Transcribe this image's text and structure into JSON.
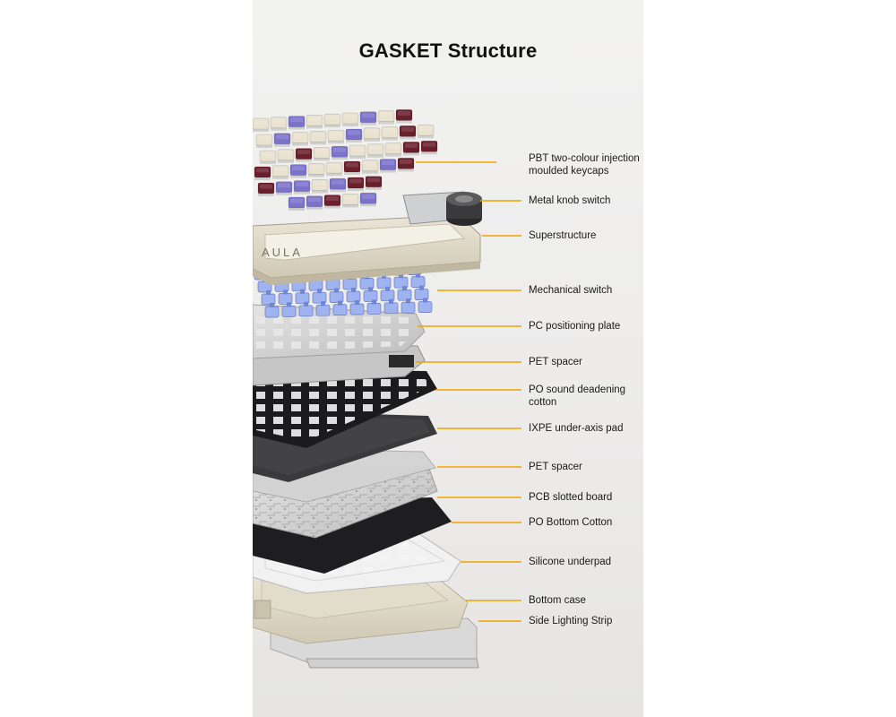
{
  "title": "GASKET Structure",
  "brand_mark": "AULA",
  "colors": {
    "leader": "#f0a400",
    "keycap_cream": "#e9e2cf",
    "keycap_purple": "#7b72c9",
    "keycap_maroon": "#6a1f2b",
    "switch_blue": "#9fb3f0",
    "plate_black": "#1d1d1f",
    "case_cream": "#ddd6c4"
  },
  "layers": [
    {
      "line1": "PBT two-colour injection",
      "line2": "moulded keycaps"
    },
    {
      "line1": "Metal knob switch",
      "line2": ""
    },
    {
      "line1": "Superstructure",
      "line2": ""
    },
    {
      "line1": "Mechanical switch",
      "line2": ""
    },
    {
      "line1": "PC positioning plate",
      "line2": ""
    },
    {
      "line1": "PET spacer",
      "line2": ""
    },
    {
      "line1": "PO sound deadening",
      "line2": "cotton"
    },
    {
      "line1": "IXPE under-axis pad",
      "line2": ""
    },
    {
      "line1": "PET spacer",
      "line2": ""
    },
    {
      "line1": "PCB slotted board",
      "line2": ""
    },
    {
      "line1": "PO Bottom Cotton",
      "line2": ""
    },
    {
      "line1": "Silicone underpad",
      "line2": ""
    },
    {
      "line1": "Bottom case",
      "line2": ""
    },
    {
      "line1": "Side Lighting Strip",
      "line2": ""
    }
  ]
}
